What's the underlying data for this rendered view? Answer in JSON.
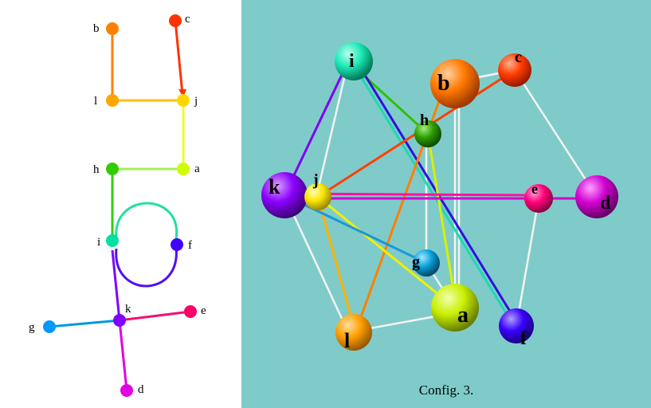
{
  "left_diagram": {
    "nodes": [
      {
        "id": "b",
        "color": "#ff8000"
      },
      {
        "id": "c",
        "color": "#ff3300"
      },
      {
        "id": "l",
        "color": "#ffa500"
      },
      {
        "id": "j",
        "color": "#ffd700"
      },
      {
        "id": "h",
        "color": "#33cc00"
      },
      {
        "id": "a",
        "color": "#ccff00"
      },
      {
        "id": "i",
        "color": "#00e0a0"
      },
      {
        "id": "f",
        "color": "#4000ff"
      },
      {
        "id": "k",
        "color": "#8000ff"
      },
      {
        "id": "g",
        "color": "#0099ff"
      },
      {
        "id": "e",
        "color": "#ff0066"
      },
      {
        "id": "d",
        "color": "#e000e0"
      }
    ]
  },
  "right_diagram": {
    "nodes": [
      {
        "id": "i",
        "color": "#1de9b6"
      },
      {
        "id": "b",
        "color": "#ff7a00"
      },
      {
        "id": "c",
        "color": "#ff3c00"
      },
      {
        "id": "h",
        "color": "#2e9e00"
      },
      {
        "id": "k",
        "color": "#8b00ff"
      },
      {
        "id": "j",
        "color": "#ffe600"
      },
      {
        "id": "e",
        "color": "#ff007a"
      },
      {
        "id": "d",
        "color": "#d000d0"
      },
      {
        "id": "g",
        "color": "#0aa0d8"
      },
      {
        "id": "a",
        "color": "#c8f000"
      },
      {
        "id": "l",
        "color": "#ffa000"
      },
      {
        "id": "f",
        "color": "#3a00ff"
      }
    ],
    "caption": "Config. 3."
  }
}
